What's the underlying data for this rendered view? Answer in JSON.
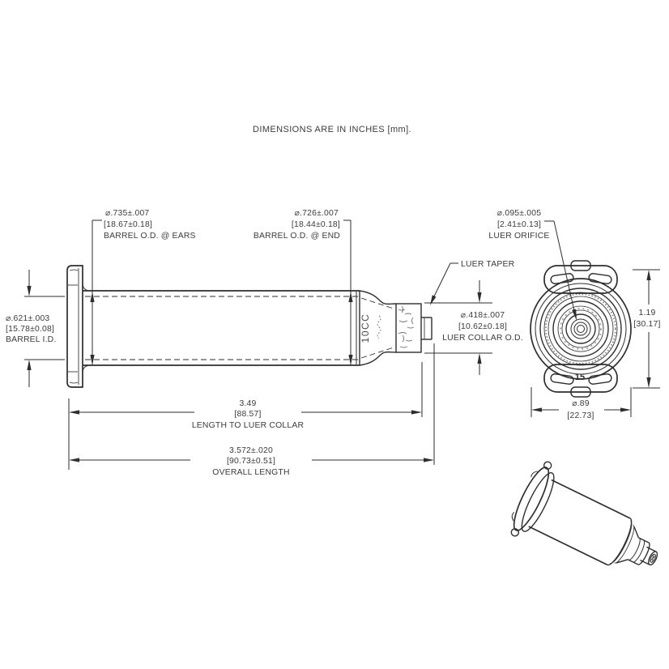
{
  "note": "DIMENSIONS ARE IN INCHES [mm].",
  "callouts": {
    "barrel_od_ears": {
      "line1": "⌀.735±.007",
      "line2": "[18.67±0.18]",
      "line3": "BARREL O.D. @ EARS"
    },
    "barrel_od_end": {
      "line1": "⌀.726±.007",
      "line2": "[18.44±0.18]",
      "line3": "BARREL O.D. @ END"
    },
    "luer_orifice": {
      "line1": "⌀.095±.005",
      "line2": "[2.41±0.13]",
      "line3": "LUER ORIFICE"
    },
    "barrel_id": {
      "line1": "⌀.621±.003",
      "line2": "[15.78±0.08]",
      "line3": "BARREL I.D."
    },
    "luer_taper": {
      "label": "LUER TAPER"
    },
    "luer_collar_od": {
      "line1": "⌀.418±.007",
      "line2": "[10.62±0.18]",
      "line3": "LUER COLLAR O.D."
    },
    "end_view_height": {
      "line1": "1.19",
      "line2": "[30.17]"
    },
    "end_view_width": {
      "line1": "⌀.89",
      "line2": "[22.73]"
    },
    "length_to_luer_collar": {
      "line1": "3.49",
      "line2": "[88.57]",
      "line3": "LENGTH TO LUER COLLAR"
    },
    "overall_length": {
      "line1": "3.572±.020",
      "line2": "[90.73±0.51]",
      "line3": "OVERALL LENGTH"
    }
  },
  "markings": {
    "barrel_print": "10CC",
    "end_view_mark": "15"
  },
  "colors": {
    "line": "#2e2e2e",
    "text": "#3b3b3b",
    "background": "#ffffff"
  }
}
